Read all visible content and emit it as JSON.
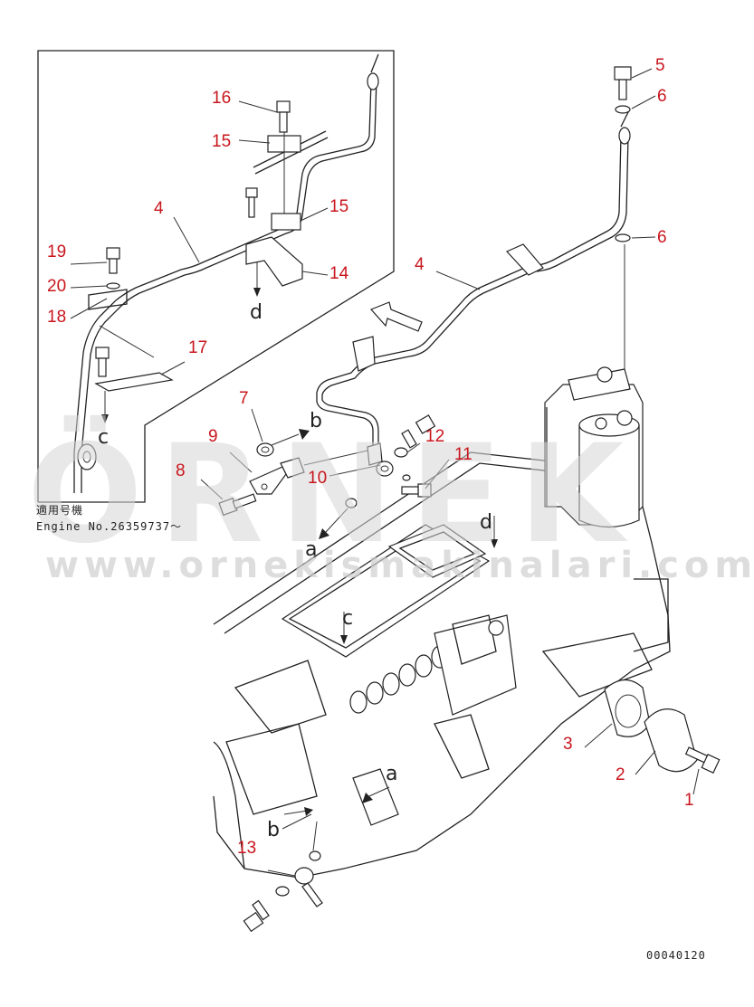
{
  "diagram": {
    "applicability_jp": "適用号機",
    "applicability_en": "Engine No.26359737～",
    "drawing_code": "00040120",
    "watermark_brand": "ÖRNEK",
    "watermark_url": "www.ornekismakinalari.com.tr",
    "part_callouts": [
      "1",
      "2",
      "3",
      "4",
      "4",
      "5",
      "6",
      "6",
      "7",
      "8",
      "9",
      "10",
      "11",
      "12",
      "13",
      "14",
      "15",
      "15",
      "16",
      "17",
      "18",
      "19",
      "20"
    ],
    "reference_letters": [
      "a",
      "a",
      "b",
      "b",
      "c",
      "c",
      "d",
      "d"
    ],
    "colors": {
      "callout": "#c8161d",
      "linework": "#222222",
      "watermark": "#d6d6d6"
    }
  }
}
